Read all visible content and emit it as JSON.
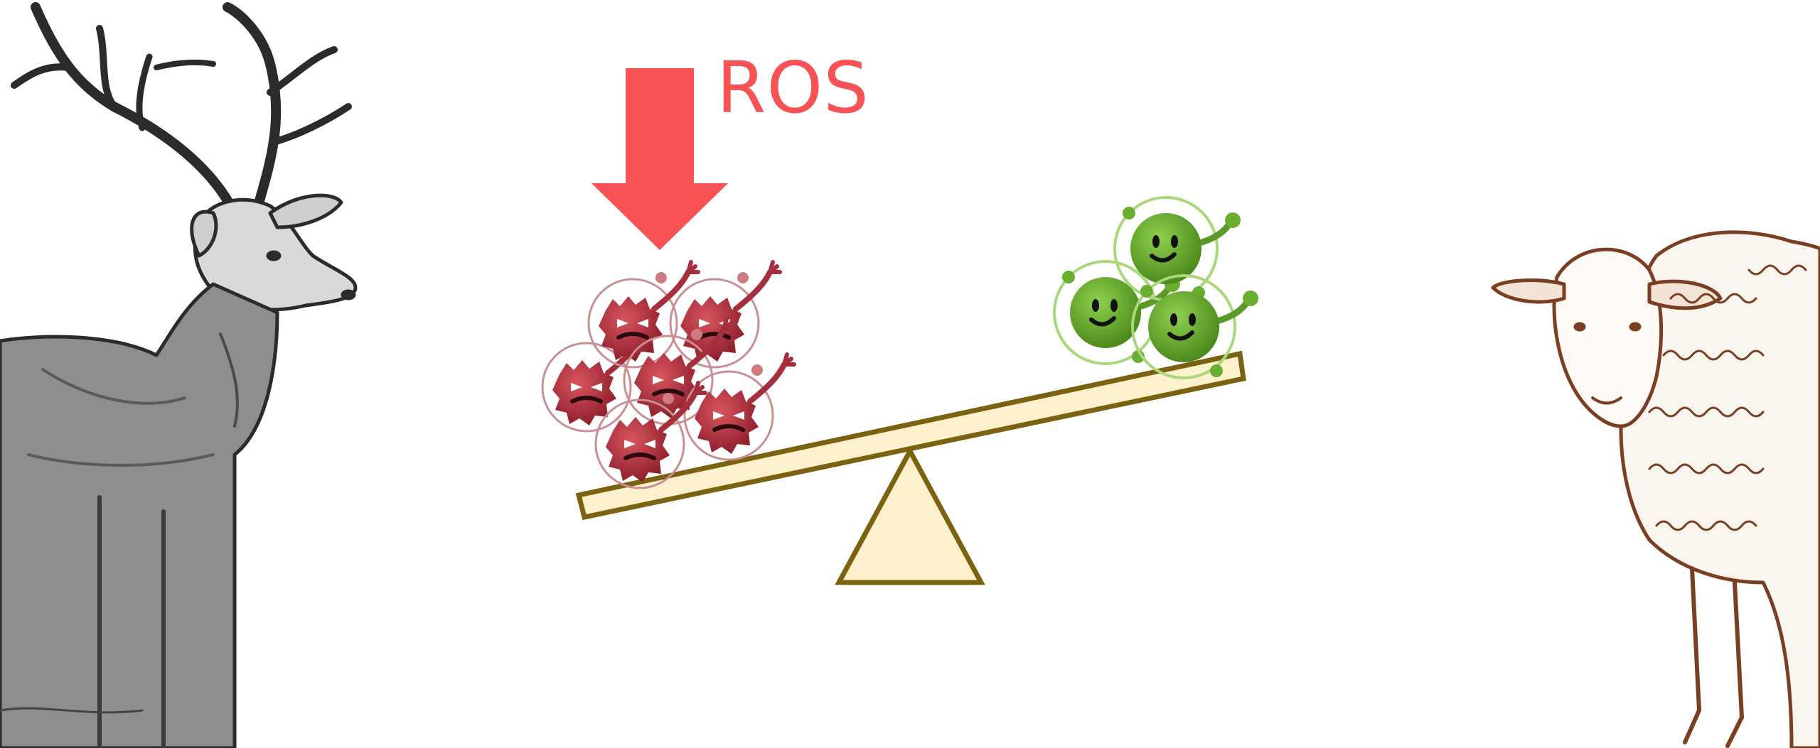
{
  "ros_label": "ROS",
  "colors": {
    "arrow": "#f75255",
    "label": "#f75255",
    "seesaw_fill": "#fdf0cc",
    "seesaw_stroke": "#7a6210",
    "ros_molecule": "#b83a47",
    "antioxidant_molecule": "#6aae2f",
    "deer_ink": "#2b2b2b",
    "sheep_ink": "#7a3f22"
  },
  "icons": {
    "deer": "deer-illustration",
    "sheep": "sheep-illustration",
    "arrow": "down-arrow-icon",
    "fulcrum": "triangle-fulcrum"
  }
}
